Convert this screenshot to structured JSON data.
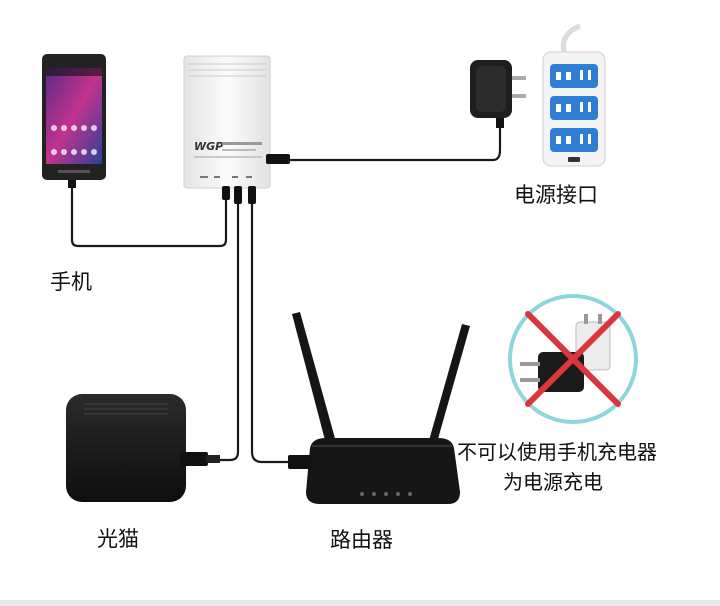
{
  "labels": {
    "phone": "手机",
    "power": "电源接口",
    "modem": "光猫",
    "router": "路由器",
    "warning_line1": "不可以使用手机充电器",
    "warning_line2": "为电源充电"
  },
  "ups": {
    "brand": "WGP"
  },
  "colors": {
    "cable": "#1a1a1a",
    "device_black": "#1b1b1b",
    "ups_body": "#f2f2f2",
    "warning_ring": "#8fd6dc",
    "cross": "#d9363e",
    "socket_blue": "#2f7fd6"
  },
  "icons": {
    "warning": "prohibited-charger-icon"
  }
}
